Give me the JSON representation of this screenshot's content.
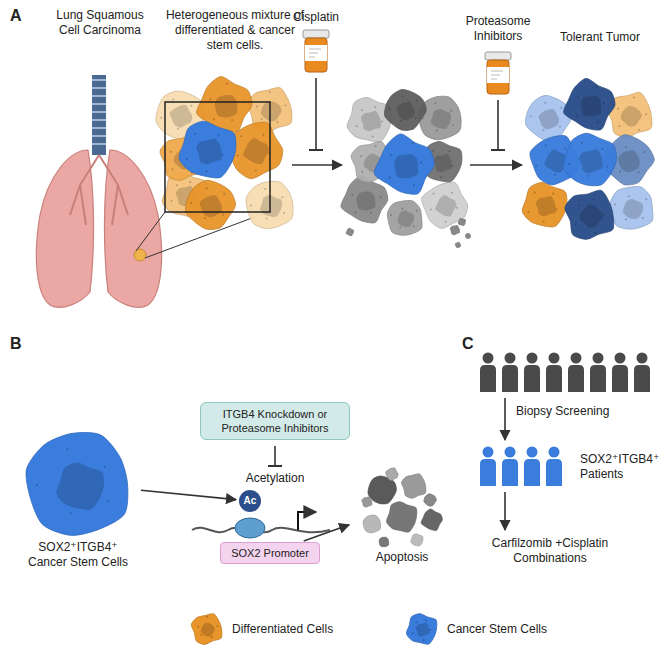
{
  "diagram": {
    "nodes": [
      {
        "text": [
          "SOX2⁺ITGB4⁺ Cancer Stem Cells"
        ]
      },
      {
        "text": [
          "ITGB4 Knockdown or Proteasome Inhibitors"
        ]
      },
      {
        "text": [
          "Ac"
        ]
      },
      {
        "text": [
          "SOX2 Promoter"
        ]
      },
      {
        "text": [
          "Apoptosis"
        ]
      }
    ],
    "edges": [
      {
        "from": 0,
        "to": 2,
        "arrow": "to"
      },
      {
        "from": 3,
        "to": 4,
        "arrow": "to"
      }
    ],
    "labels": [
      "A",
      "Lung Squamous Cell Carcinoma",
      "Heterogeneous mixture of differentiated & cancer stem cells.",
      "Cisplatin",
      "Proteasome Inhibitors",
      "Tolerant Tumor",
      "B",
      "Acetylation",
      "C",
      "Biopsy Screening",
      "SOX2⁺ITGB4⁺ Patients",
      "Carfilzomib +Cisplatin Combinations"
    ],
    "legend": [
      {
        "text": "Differentiated Cells",
        "color": "#e8952b"
      },
      {
        "text": "Cancer Stem Cells",
        "color": "#3b7ddd"
      }
    ]
  }
}
